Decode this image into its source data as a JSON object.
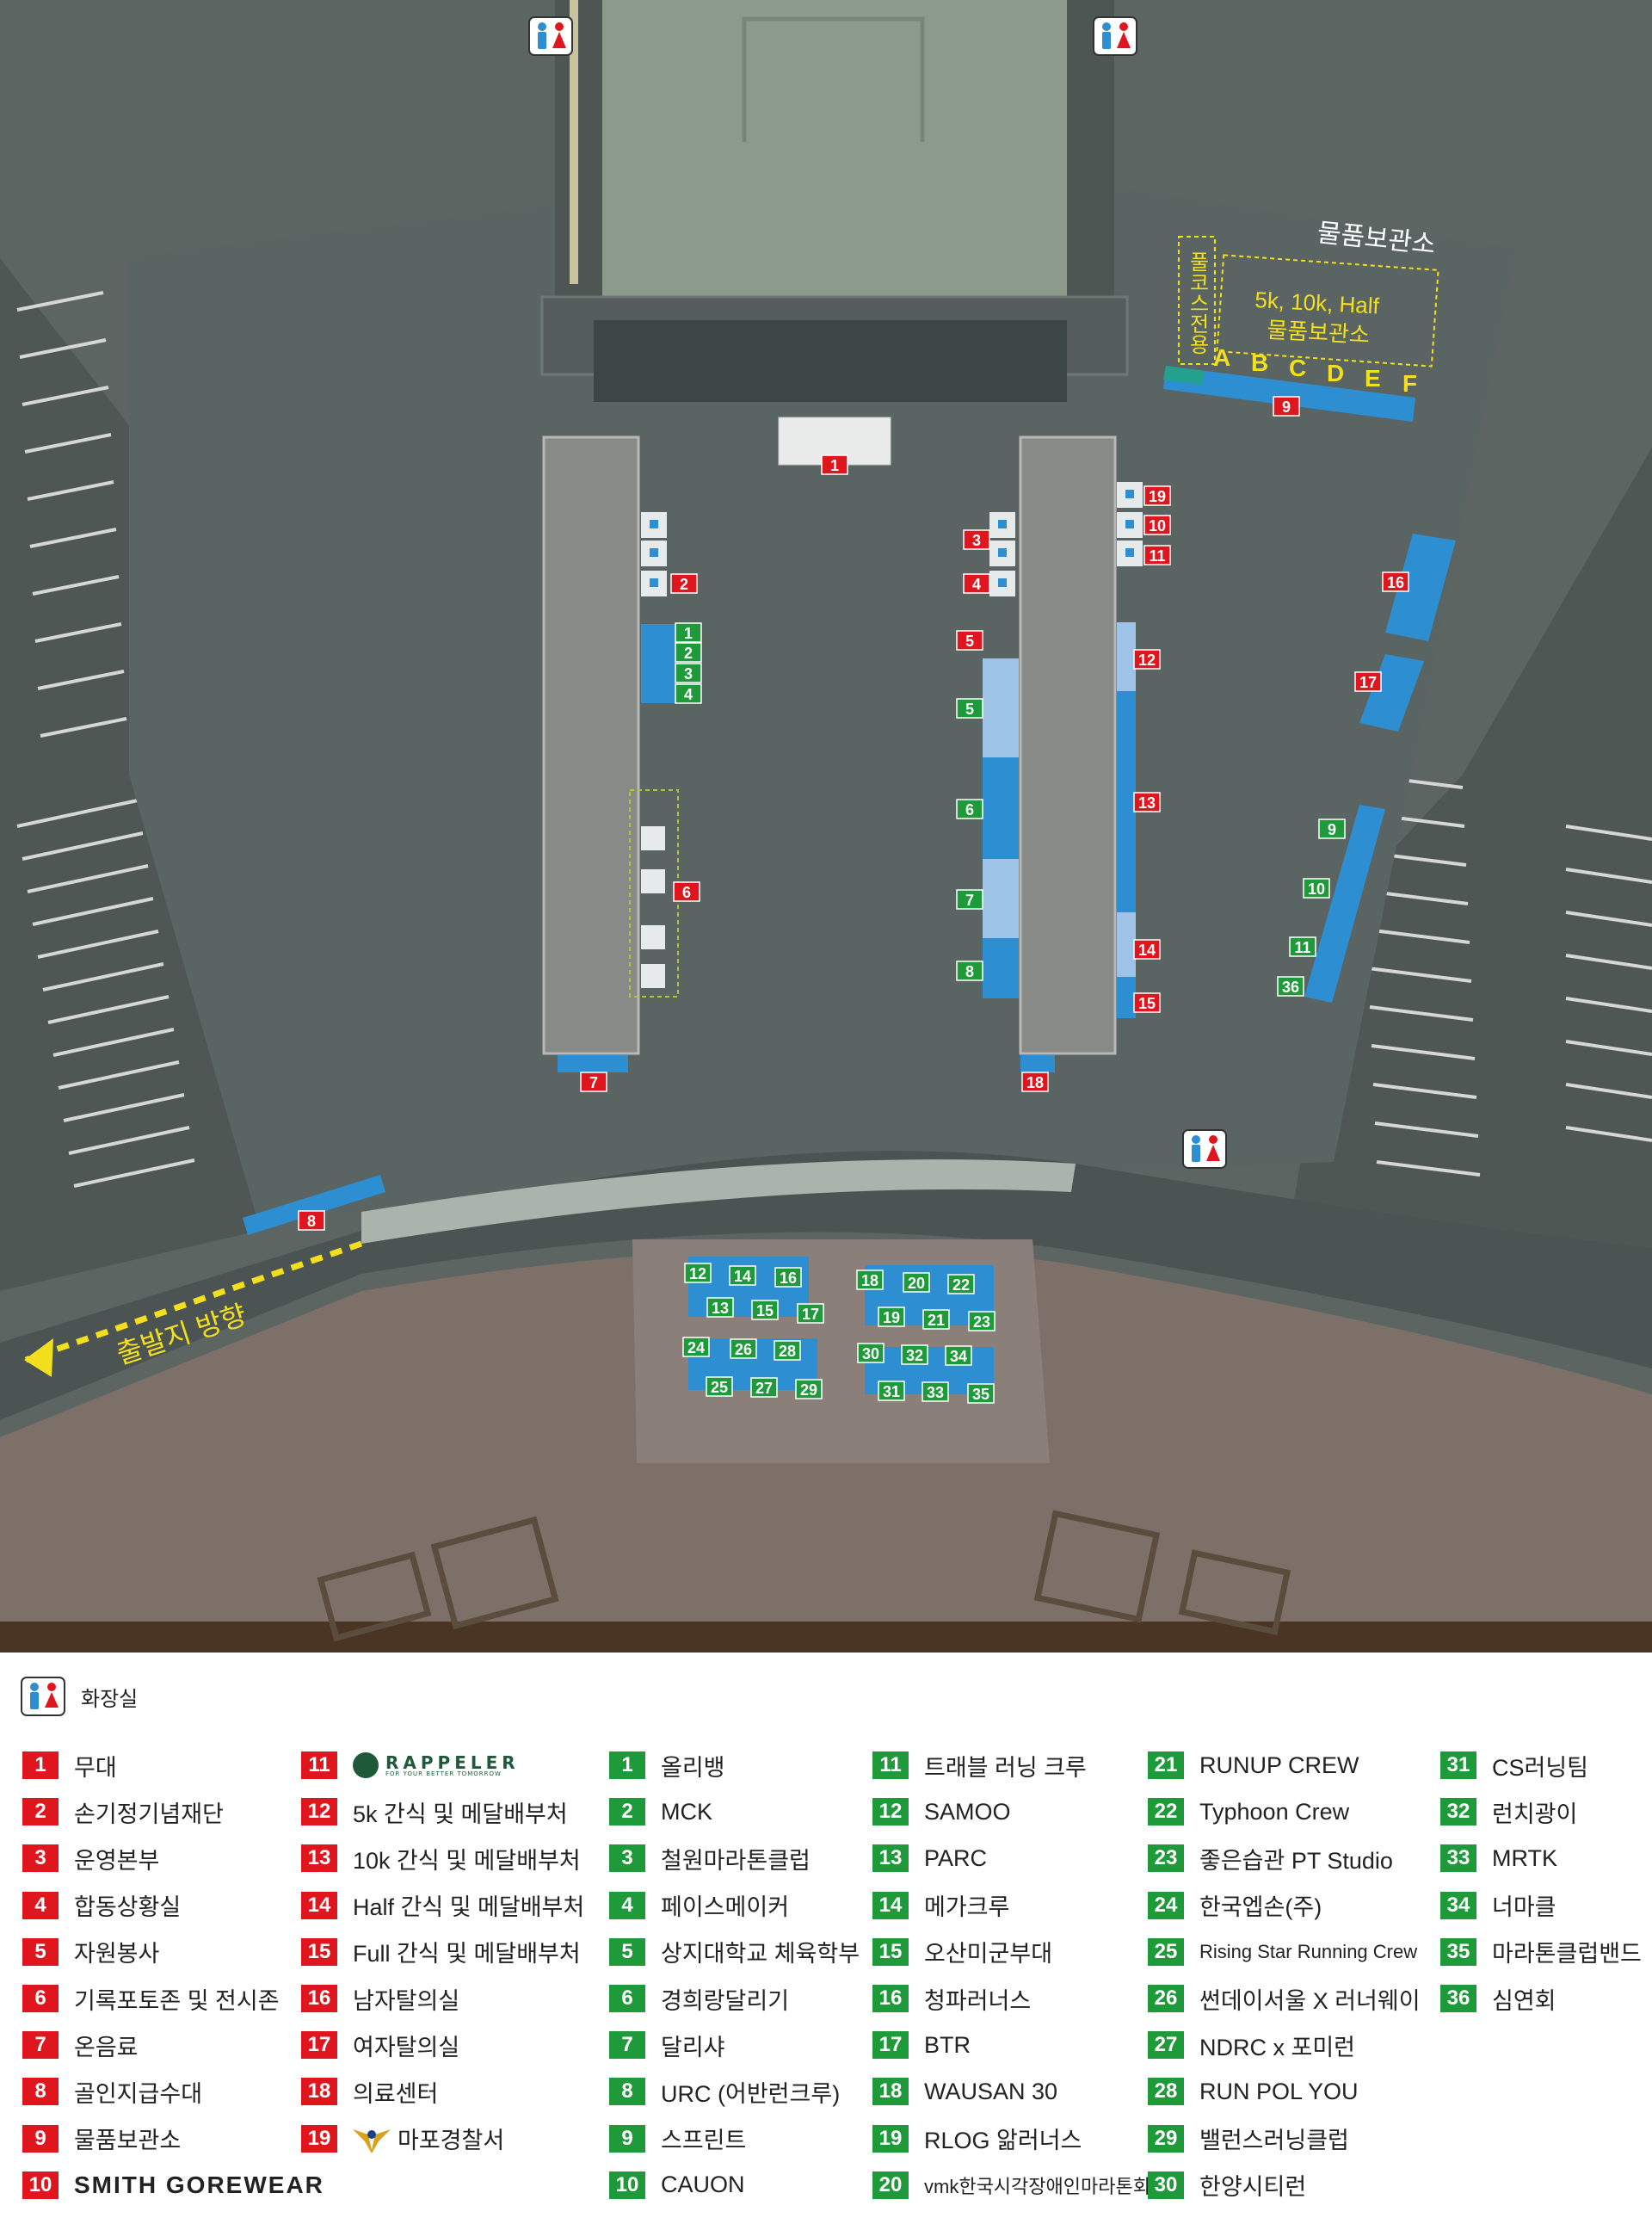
{
  "map_labels": {
    "storage_title": "물품보관소",
    "storage_sub_line1": "5k, 10k, Half",
    "storage_sub_line2": "물품보관소",
    "full_course_vertical": "풀코스전용",
    "storage_letters": [
      "A",
      "B",
      "C",
      "D",
      "E",
      "F"
    ],
    "start_direction": "출발지 방향"
  },
  "legend_title": "화장실",
  "legend_columns": [
    [
      {
        "num": "1",
        "label": "무대",
        "color": "red"
      },
      {
        "num": "2",
        "label": "손기정기념재단",
        "color": "red"
      },
      {
        "num": "3",
        "label": "운영본부",
        "color": "red"
      },
      {
        "num": "4",
        "label": "합동상황실",
        "color": "red"
      },
      {
        "num": "5",
        "label": "자원봉사",
        "color": "red"
      },
      {
        "num": "6",
        "label": "기록포토존 및 전시존",
        "color": "red"
      },
      {
        "num": "7",
        "label": "온음료",
        "color": "red"
      },
      {
        "num": "8",
        "label": "골인지급수대",
        "color": "red"
      },
      {
        "num": "9",
        "label": "물품보관소",
        "color": "red"
      },
      {
        "num": "10",
        "label": "SMITH GOREWEAR",
        "color": "red",
        "brand": true
      }
    ],
    [
      {
        "num": "11",
        "label": "RAPPELER",
        "tagline": "FOR YOUR BETTER TOMORROW",
        "color": "red",
        "logo": "rappeler"
      },
      {
        "num": "12",
        "label": "5k 간식 및 메달배부처",
        "color": "red"
      },
      {
        "num": "13",
        "label": "10k 간식 및 메달배부처",
        "color": "red"
      },
      {
        "num": "14",
        "label": "Half 간식 및 메달배부처",
        "color": "red"
      },
      {
        "num": "15",
        "label": "Full 간식 및 메달배부처",
        "color": "red"
      },
      {
        "num": "16",
        "label": "남자탈의실",
        "color": "red"
      },
      {
        "num": "17",
        "label": "여자탈의실",
        "color": "red"
      },
      {
        "num": "18",
        "label": "의료센터",
        "color": "red"
      },
      {
        "num": "19",
        "label": "마포경찰서",
        "color": "red",
        "logo": "police"
      }
    ],
    [
      {
        "num": "1",
        "label": "올리뱅",
        "color": "green"
      },
      {
        "num": "2",
        "label": "MCK",
        "color": "green"
      },
      {
        "num": "3",
        "label": "철원마라톤클럽",
        "color": "green"
      },
      {
        "num": "4",
        "label": "페이스메이커",
        "color": "green"
      },
      {
        "num": "5",
        "label": "상지대학교 체육학부",
        "color": "green"
      },
      {
        "num": "6",
        "label": "경희랑달리기",
        "color": "green"
      },
      {
        "num": "7",
        "label": "달리샤",
        "color": "green"
      },
      {
        "num": "8",
        "label": "URC (어반런크루)",
        "color": "green"
      },
      {
        "num": "9",
        "label": "스프린트",
        "color": "green"
      },
      {
        "num": "10",
        "label": "CAUON",
        "color": "green"
      }
    ],
    [
      {
        "num": "11",
        "label": "트래블 러닝 크루",
        "color": "green"
      },
      {
        "num": "12",
        "label": "SAMOO",
        "color": "green"
      },
      {
        "num": "13",
        "label": "PARC",
        "color": "green"
      },
      {
        "num": "14",
        "label": "메가크루",
        "color": "green"
      },
      {
        "num": "15",
        "label": "오산미군부대",
        "color": "green"
      },
      {
        "num": "16",
        "label": "청파러너스",
        "color": "green"
      },
      {
        "num": "17",
        "label": "BTR",
        "color": "green"
      },
      {
        "num": "18",
        "label": "WAUSAN 30",
        "color": "green"
      },
      {
        "num": "19",
        "label": "RLOG 앎러너스",
        "color": "green"
      },
      {
        "num": "20",
        "label": "vmk한국시각장애인마라톤회",
        "color": "green",
        "small": true
      }
    ],
    [
      {
        "num": "21",
        "label": "RUNUP CREW",
        "color": "green"
      },
      {
        "num": "22",
        "label": "Typhoon Crew",
        "color": "green"
      },
      {
        "num": "23",
        "label": "좋은습관 PT Studio",
        "color": "green"
      },
      {
        "num": "24",
        "label": "한국엡손(주)",
        "color": "green"
      },
      {
        "num": "25",
        "label": "Rising Star Running Crew",
        "color": "green",
        "small": true
      },
      {
        "num": "26",
        "label": "썬데이서울 X 러너웨이",
        "color": "green"
      },
      {
        "num": "27",
        "label": "NDRC x 포미런",
        "color": "green"
      },
      {
        "num": "28",
        "label": "RUN POL YOU",
        "color": "green"
      },
      {
        "num": "29",
        "label": "밸런스러닝클럽",
        "color": "green"
      },
      {
        "num": "30",
        "label": "한양시티런",
        "color": "green"
      }
    ],
    [
      {
        "num": "31",
        "label": "CS러닝팀",
        "color": "green"
      },
      {
        "num": "32",
        "label": "런치광이",
        "color": "green"
      },
      {
        "num": "33",
        "label": "MRTK",
        "color": "green"
      },
      {
        "num": "34",
        "label": "너마클",
        "color": "green"
      },
      {
        "num": "35",
        "label": "마라톤클럽밴드",
        "color": "green"
      },
      {
        "num": "36",
        "label": "심연회",
        "color": "green"
      }
    ]
  ],
  "markers": {
    "red": [
      "1",
      "2",
      "3",
      "4",
      "5",
      "6",
      "7",
      "8",
      "9",
      "10",
      "11",
      "12",
      "13",
      "14",
      "15",
      "16",
      "17",
      "18",
      "19"
    ],
    "green": [
      "1",
      "2",
      "3",
      "4",
      "5",
      "6",
      "7",
      "8",
      "9",
      "10",
      "11",
      "12",
      "13",
      "14",
      "15",
      "16",
      "17",
      "18",
      "19",
      "20",
      "21",
      "22",
      "23",
      "24",
      "25",
      "26",
      "27",
      "28",
      "29",
      "30",
      "31",
      "32",
      "33",
      "34",
      "35",
      "36"
    ]
  },
  "colors": {
    "plaza": "#56615e",
    "ground": "#646b66",
    "building": "#8d9c8e",
    "block": "#868886",
    "tent": "#2d8fd1",
    "tent_light": "#9dc4e6",
    "marker_red": "#e0161f",
    "marker_green": "#1f9a3a",
    "highlight_yellow": "#f3df1d",
    "dirt": "#7c7068",
    "stadium_edge": "#4a3424"
  },
  "icons": [
    "restroom-icon",
    "arrow-left-icon",
    "rappeler-logo",
    "police-emblem-icon"
  ]
}
